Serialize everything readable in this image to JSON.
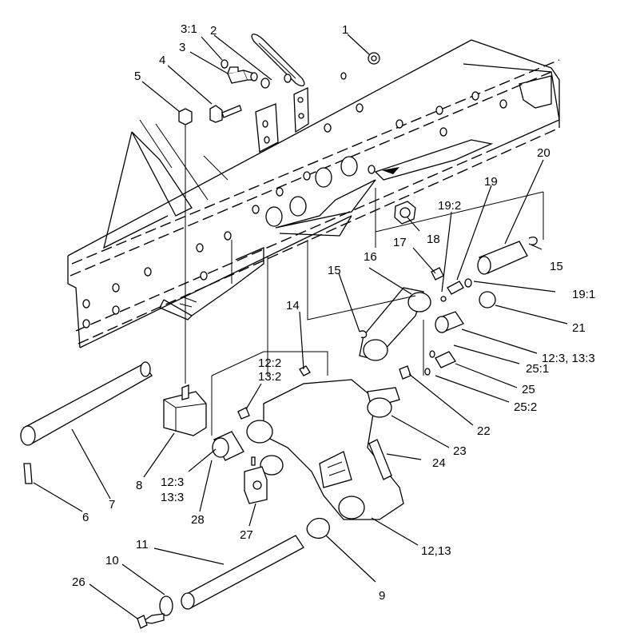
{
  "diagram": {
    "callouts": [
      {
        "id": "c1",
        "text": "1"
      },
      {
        "id": "c2",
        "text": "2"
      },
      {
        "id": "c3a",
        "text": "3:1"
      },
      {
        "id": "c3",
        "text": "3"
      },
      {
        "id": "c4",
        "text": "4"
      },
      {
        "id": "c5",
        "text": "5"
      },
      {
        "id": "c20",
        "text": "20"
      },
      {
        "id": "c19",
        "text": "19"
      },
      {
        "id": "c19b",
        "text": "19:2"
      },
      {
        "id": "c18",
        "text": "18"
      },
      {
        "id": "c17",
        "text": "17"
      },
      {
        "id": "c16",
        "text": "16"
      },
      {
        "id": "c15a",
        "text": "15"
      },
      {
        "id": "c15b",
        "text": "15"
      },
      {
        "id": "c19c",
        "text": "19:1"
      },
      {
        "id": "c21",
        "text": "21"
      },
      {
        "id": "c14",
        "text": "14"
      },
      {
        "id": "c123",
        "text": "12:3, 13:3"
      },
      {
        "id": "c251",
        "text": "25:1"
      },
      {
        "id": "c25",
        "text": "25"
      },
      {
        "id": "c252",
        "text": "25:2"
      },
      {
        "id": "c122",
        "text": "12:2"
      },
      {
        "id": "c132",
        "text": "13:2"
      },
      {
        "id": "c22",
        "text": "22"
      },
      {
        "id": "c23",
        "text": "23"
      },
      {
        "id": "c24",
        "text": "24"
      },
      {
        "id": "c123b",
        "text": "12:3"
      },
      {
        "id": "c133b",
        "text": "13:3"
      },
      {
        "id": "c8",
        "text": "8"
      },
      {
        "id": "c28",
        "text": "28"
      },
      {
        "id": "c7",
        "text": "7"
      },
      {
        "id": "c6",
        "text": "6"
      },
      {
        "id": "c27",
        "text": "27"
      },
      {
        "id": "c1213",
        "text": "12,13"
      },
      {
        "id": "c11",
        "text": "11"
      },
      {
        "id": "c10",
        "text": "10"
      },
      {
        "id": "c9",
        "text": "9"
      },
      {
        "id": "c26",
        "text": "26"
      }
    ]
  }
}
